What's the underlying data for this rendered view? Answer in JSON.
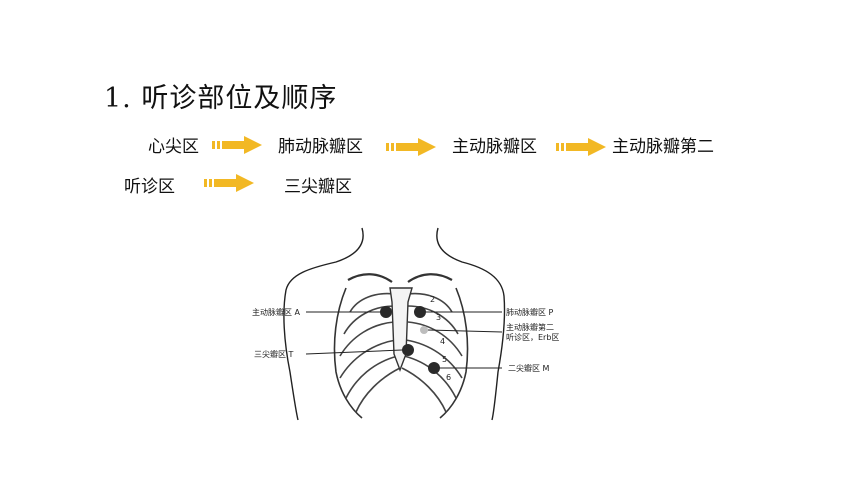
{
  "slide": {
    "title": "1. 听诊部位及顺序",
    "sequence": {
      "step1": "心尖区",
      "step2": "肺动脉瓣区",
      "step3": "主动脉瓣区",
      "step4": "主动脉瓣第二",
      "step4_cont": "听诊区",
      "step5": "三尖瓣区"
    },
    "arrow_color": "#F2B824",
    "figure": {
      "label_A": "主动脉瓣区 A",
      "label_P": "肺动脉瓣区 P",
      "label_E1": "主动脉瓣第二",
      "label_E2": "听诊区，Erb区",
      "label_T": "三尖瓣区 T",
      "label_M": "二尖瓣区 M",
      "rib_numbers": [
        "2",
        "3",
        "4",
        "5",
        "6"
      ]
    }
  }
}
